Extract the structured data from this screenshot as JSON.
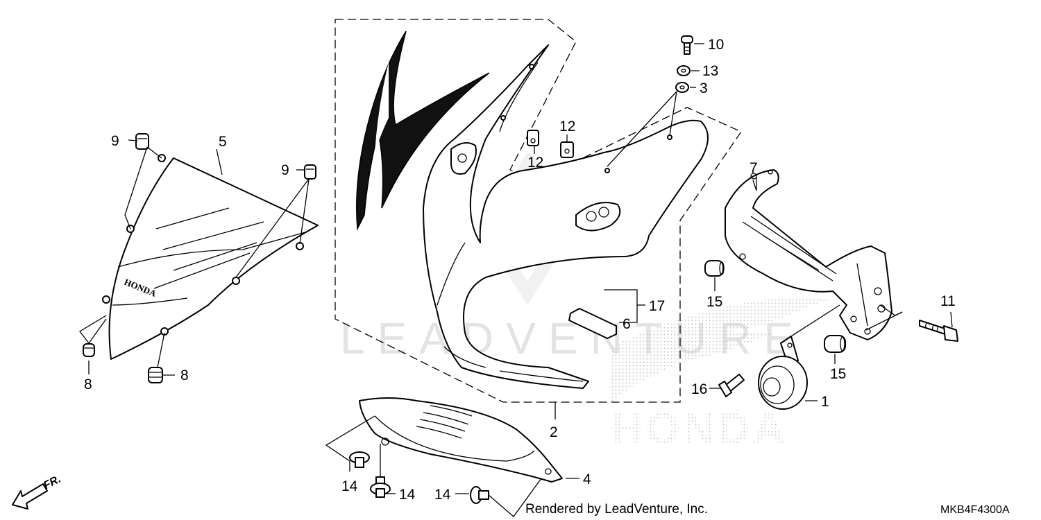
{
  "callouts": [
    {
      "id": "c1",
      "label": "1"
    },
    {
      "id": "c2",
      "label": "2"
    },
    {
      "id": "c3",
      "label": "3"
    },
    {
      "id": "c4",
      "label": "4"
    },
    {
      "id": "c5",
      "label": "5"
    },
    {
      "id": "c6",
      "label": "6"
    },
    {
      "id": "c7",
      "label": "7"
    },
    {
      "id": "c8a",
      "label": "8"
    },
    {
      "id": "c8b",
      "label": "8"
    },
    {
      "id": "c9a",
      "label": "9"
    },
    {
      "id": "c9b",
      "label": "9"
    },
    {
      "id": "c10",
      "label": "10"
    },
    {
      "id": "c11",
      "label": "11"
    },
    {
      "id": "c12a",
      "label": "12"
    },
    {
      "id": "c12b",
      "label": "12"
    },
    {
      "id": "c13",
      "label": "13"
    },
    {
      "id": "c14a",
      "label": "14"
    },
    {
      "id": "c14b",
      "label": "14"
    },
    {
      "id": "c14c",
      "label": "14"
    },
    {
      "id": "c15a",
      "label": "15"
    },
    {
      "id": "c15b",
      "label": "15"
    },
    {
      "id": "c16",
      "label": "16"
    },
    {
      "id": "c17",
      "label": "17"
    }
  ],
  "footer": {
    "credit": "Rendered by LeadVenture, Inc.",
    "diagram_code": "MKB4F4300A",
    "direction_label": "FR."
  },
  "watermark": {
    "text": "LEADVENTURE",
    "brand": "HONDA"
  },
  "windscreen_logo": "HONDA"
}
